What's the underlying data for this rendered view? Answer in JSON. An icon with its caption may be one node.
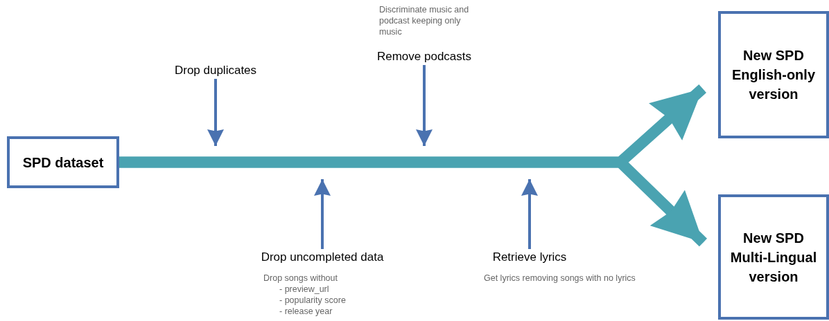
{
  "diagram": {
    "nodes": [
      {
        "text": [
          "SPD dataset"
        ]
      },
      {
        "text": [
          "New SPD English-only version"
        ]
      },
      {
        "text": [
          "New SPD Multi-Lingual version"
        ]
      },
      {
        "text": [
          "Drop duplicates"
        ]
      },
      {
        "text": [
          "Discriminate music and podcast keeping only music",
          "Remove podcasts"
        ]
      },
      {
        "text": [
          "Drop uncompleted data",
          "Drop songs without",
          "- preview_url",
          "- popularity score",
          "- release year"
        ]
      },
      {
        "text": [
          "Retrieve lyrics",
          "Get lyrics removing songs with no lyrics"
        ]
      }
    ],
    "edges": [
      {
        "from": 0,
        "to": 1,
        "arrow": "to",
        "style": "thick",
        "color": "#4aa3b1"
      },
      {
        "from": 0,
        "to": 2,
        "arrow": "to",
        "style": "thick",
        "color": "#4aa3b1"
      },
      {
        "from": 3,
        "to": null,
        "arrow": "to"
      },
      {
        "from": 4,
        "to": null,
        "arrow": "to"
      },
      {
        "from": 5,
        "to": null,
        "arrow": "to"
      },
      {
        "from": 6,
        "to": null,
        "arrow": "to"
      }
    ]
  }
}
